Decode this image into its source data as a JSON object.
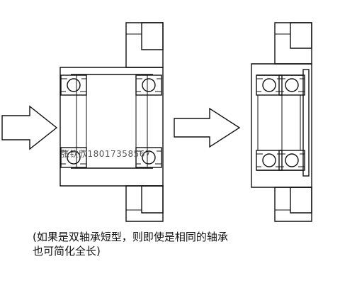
{
  "caption": {
    "line1": "(如果是双轴承短型，则即使是相同的轴承",
    "line2": "也可简化全长)"
  },
  "watermark": "张钦欣18017358567"
}
